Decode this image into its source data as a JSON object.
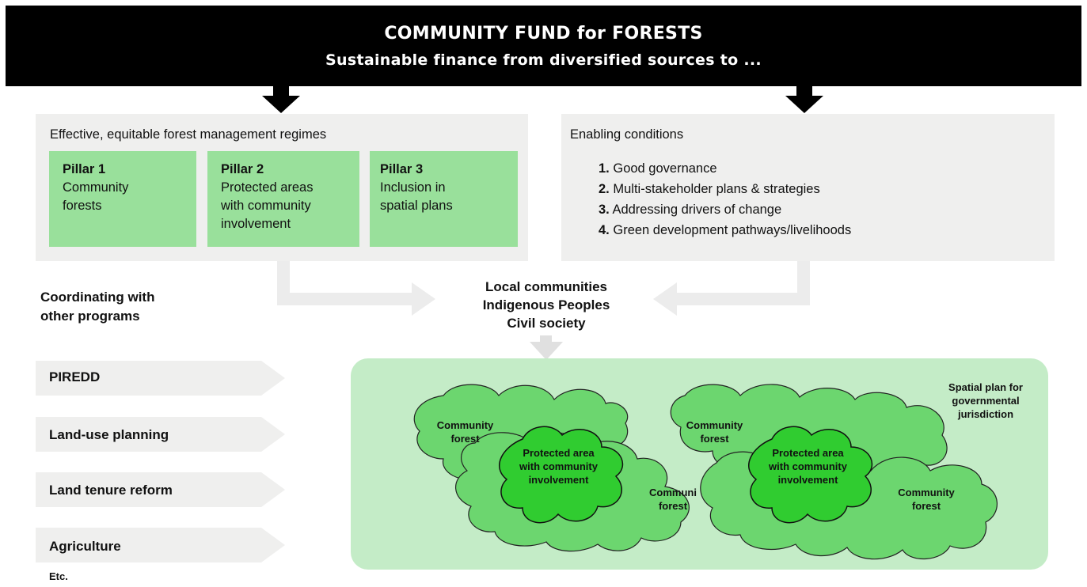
{
  "header": {
    "title": "COMMUNITY FUND for FORESTS",
    "subtitle": "Sustainable finance from diversified sources to ..."
  },
  "management": {
    "title": "Effective, equitable forest management regimes",
    "pillars": [
      {
        "label": "Pillar 1",
        "text": [
          "Community",
          "forests"
        ]
      },
      {
        "label": "Pillar 2",
        "text": [
          "Protected areas",
          "with community",
          "involvement"
        ]
      },
      {
        "label": "Pillar 3",
        "text": [
          "Inclusion in",
          "spatial plans"
        ]
      }
    ]
  },
  "enabling": {
    "title": "Enabling conditions",
    "items": [
      {
        "num": "1.",
        "text": "Good governance"
      },
      {
        "num": "2.",
        "text": "Multi-stakeholder plans & strategies"
      },
      {
        "num": "3.",
        "text": "Addressing drivers of change"
      },
      {
        "num": "4.",
        "text": "Green development pathways/livelihoods"
      }
    ]
  },
  "actors": [
    "Local communities",
    "Indigenous Peoples",
    "Civil society"
  ],
  "programs": {
    "title": [
      "Coordinating with",
      "other programs"
    ],
    "items": [
      "PIREDD",
      "Land-use planning",
      "Land tenure reform",
      "Agriculture"
    ],
    "etc": "Etc."
  },
  "spatial": {
    "label": [
      "Spatial plan for",
      "governmental",
      "jurisdiction"
    ],
    "community_forest": [
      "Community",
      "forest"
    ],
    "community_forest_clipped": [
      "Communi",
      "forest"
    ],
    "protected_area": [
      "Protected area",
      "with community",
      "involvement"
    ]
  },
  "colors": {
    "header_bg": "#000000",
    "pillar_green": "#99e09b",
    "grey_box": "#efefee",
    "spatial_bg": "#c4ecc7",
    "cloud_green": "#6cd66f",
    "protected_green": "#30cc30"
  }
}
